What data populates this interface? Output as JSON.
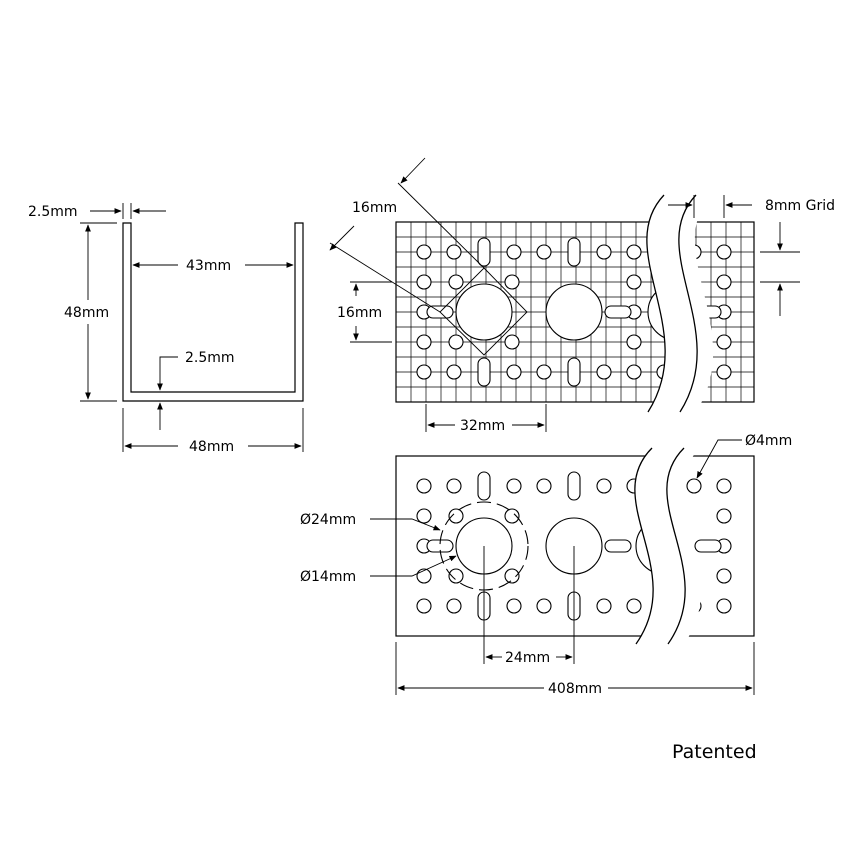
{
  "dimensions": {
    "wall_thickness_top": "2.5mm",
    "channel_height": "48mm",
    "inner_width": "43mm",
    "base_thickness": "2.5mm",
    "channel_width": "48mm",
    "diagonal_spacing": "16mm",
    "grid_label": "8mm Grid",
    "vertical_spacing": "16mm",
    "pattern_spacing": "32mm",
    "large_bolt_circle": "Ø24mm",
    "small_hole": "Ø4mm",
    "center_bore": "Ø14mm",
    "bore_spacing": "24mm",
    "overall_length": "408mm"
  },
  "footer": {
    "patent_text": "Patented"
  }
}
